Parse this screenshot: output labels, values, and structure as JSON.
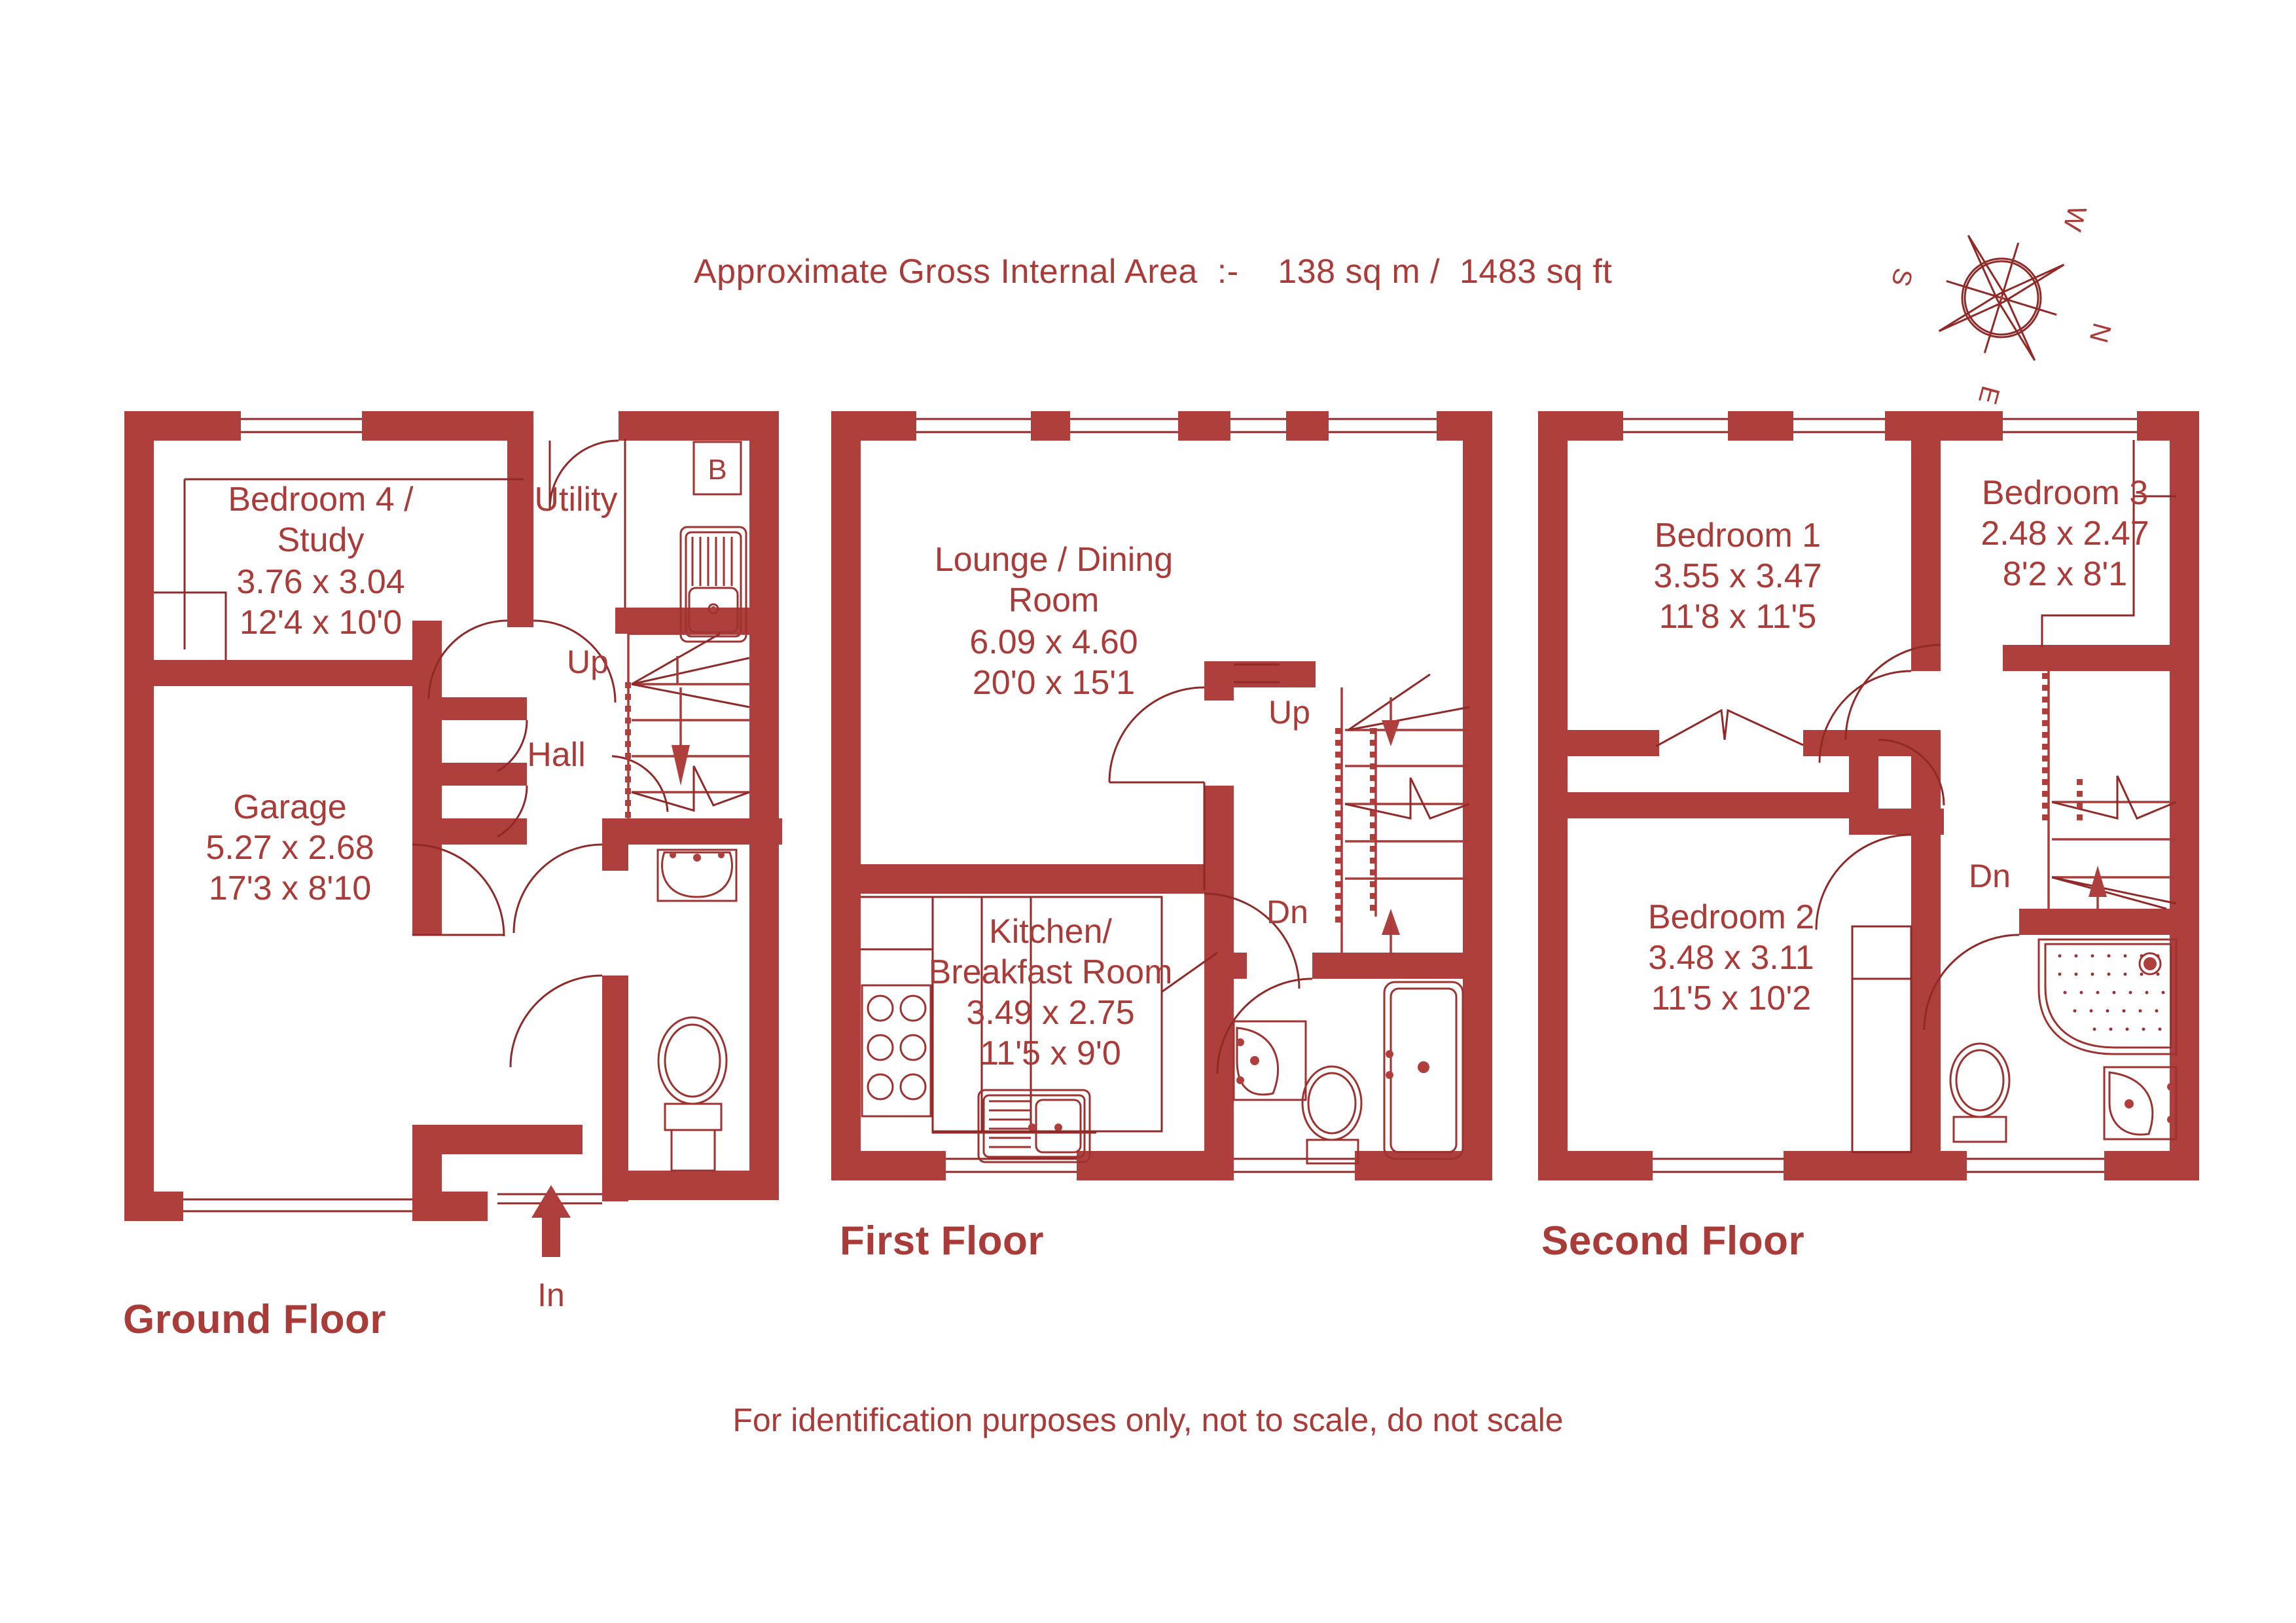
{
  "header": {
    "area_note": "Approximate Gross Internal Area  :-    138 sq m /  1483 sq ft"
  },
  "footer": {
    "disclaimer": "For identification purposes only, not to scale, do not scale"
  },
  "compass": {
    "north": "N",
    "south": "S",
    "east": "E",
    "west": "W"
  },
  "colors": {
    "wall": "#AF3F3C",
    "text": "#A93B38",
    "thin_line": "#9C3330",
    "background": "#FFFFFF"
  },
  "floors": [
    {
      "id": "ground",
      "label": "Ground Floor",
      "rooms": [
        {
          "name": "Bedroom 4 / Study",
          "line1": "Bedroom 4 /",
          "line2": "Study",
          "metric": "3.76 x 3.04",
          "imperial": "12'4 x 10'0"
        },
        {
          "name": "Garage",
          "line1": "Garage",
          "metric": "5.27 x 2.68",
          "imperial": "17'3 x 8'10"
        },
        {
          "name": "Utility",
          "line1": "Utility"
        },
        {
          "name": "Hall",
          "line1": "Hall"
        }
      ],
      "markers": [
        {
          "key": "up",
          "text": "Up"
        },
        {
          "key": "in",
          "text": "In"
        },
        {
          "key": "boiler",
          "text": "B"
        }
      ]
    },
    {
      "id": "first",
      "label": "First Floor",
      "rooms": [
        {
          "name": "Lounge / Dining Room",
          "line1": "Lounge / Dining",
          "line2": "Room",
          "metric": "6.09 x 4.60",
          "imperial": "20'0 x 15'1"
        },
        {
          "name": "Kitchen/ Breakfast Room",
          "line1": "Kitchen/",
          "line2": "Breakfast Room",
          "metric": "3.49 x 2.75",
          "imperial": "11'5 x 9'0"
        }
      ],
      "markers": [
        {
          "key": "up",
          "text": "Up"
        },
        {
          "key": "dn",
          "text": "Dn"
        }
      ]
    },
    {
      "id": "second",
      "label": "Second Floor",
      "rooms": [
        {
          "name": "Bedroom 1",
          "line1": "Bedroom 1",
          "metric": "3.55 x 3.47",
          "imperial": "11'8 x 11'5"
        },
        {
          "name": "Bedroom 2",
          "line1": "Bedroom 2",
          "metric": "3.48 x 3.11",
          "imperial": "11'5 x 10'2"
        },
        {
          "name": "Bedroom 3",
          "line1": "Bedroom 3",
          "metric": "2.48 x 2.47",
          "imperial": "8'2 x 8'1"
        }
      ],
      "markers": [
        {
          "key": "dn",
          "text": "Dn"
        }
      ]
    }
  ]
}
